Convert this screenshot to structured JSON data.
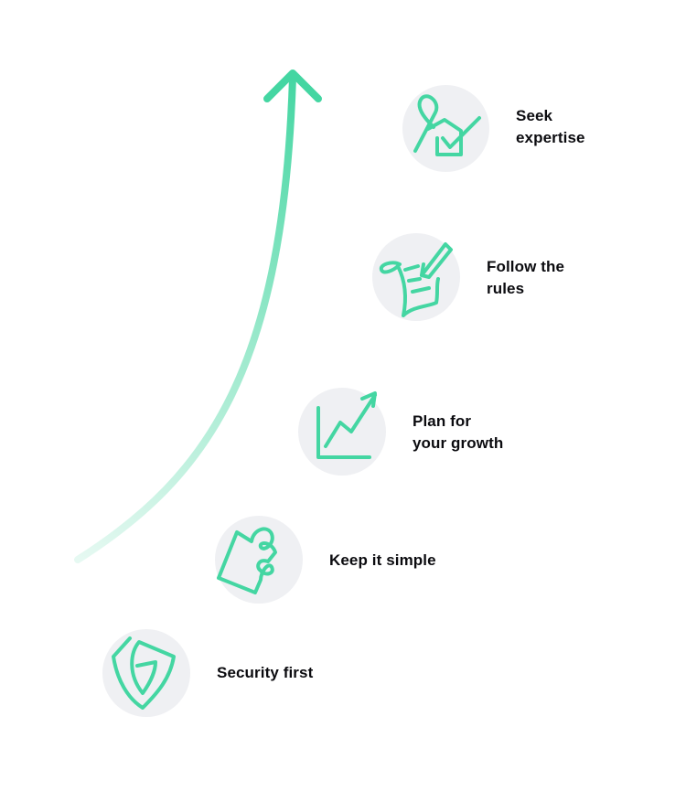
{
  "diagram": {
    "type": "growth-steps",
    "arrow": {
      "direction": "up",
      "color_start": "#e4f8f0",
      "color_end": "#44d6a2"
    },
    "colors": {
      "accent": "#44d6a2",
      "circle_bg": "#eff0f3",
      "text": "#0b0b0f"
    },
    "steps": [
      {
        "order": 1,
        "label_line1": "Security first",
        "label_line2": "",
        "icon": "shield-icon"
      },
      {
        "order": 2,
        "label_line1": "Keep it simple",
        "label_line2": "",
        "icon": "puzzle-piece-icon"
      },
      {
        "order": 3,
        "label_line1": "Plan for",
        "label_line2": "your growth",
        "icon": "growth-chart-icon"
      },
      {
        "order": 4,
        "label_line1": "Follow the",
        "label_line2": "rules",
        "icon": "document-pen-icon"
      },
      {
        "order": 5,
        "label_line1": "Seek",
        "label_line2": "expertise",
        "icon": "expert-checkmark-icon"
      }
    ]
  }
}
